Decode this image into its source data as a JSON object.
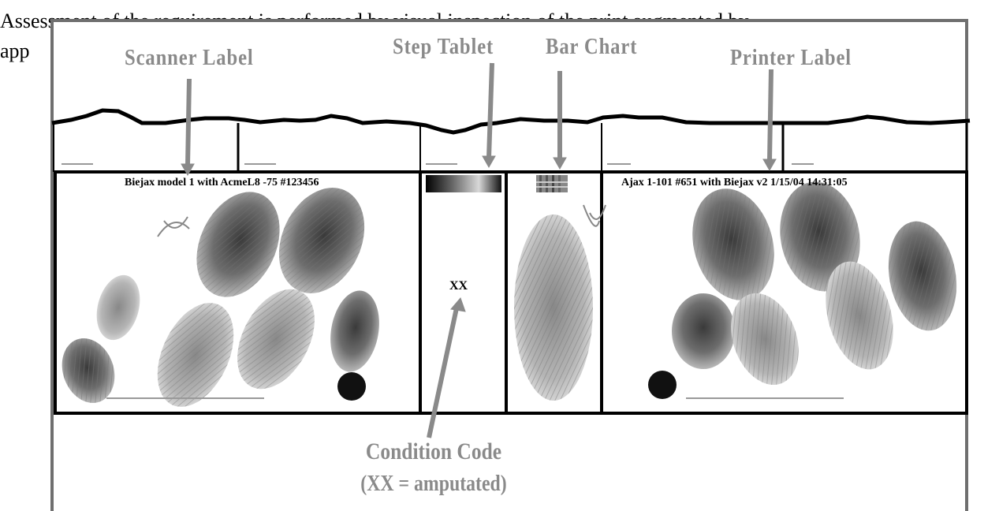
{
  "document": {
    "line1": "Assessment of the requirement is performed by visual inspection of the print augmented by",
    "line2": "app"
  },
  "callouts": {
    "scanner_label": "Scanner Label",
    "step_tablet": "Step Tablet",
    "bar_chart": "Bar Chart",
    "printer_label": "Printer Label",
    "condition_code_line1": "Condition Code",
    "condition_code_line2": "(XX = amputated)"
  },
  "card": {
    "scanner_label_text": "Biejax model 1 with AcmeL8 -75 #123456",
    "printer_label_text": "Ajax 1-101 #651 with Biejax v2 1/15/04 14:31:05",
    "condition_code": "XX"
  },
  "colors": {
    "callout_gray": "#8a8a8a",
    "frame_gray": "#6f6f6f",
    "ink": "#000000"
  }
}
